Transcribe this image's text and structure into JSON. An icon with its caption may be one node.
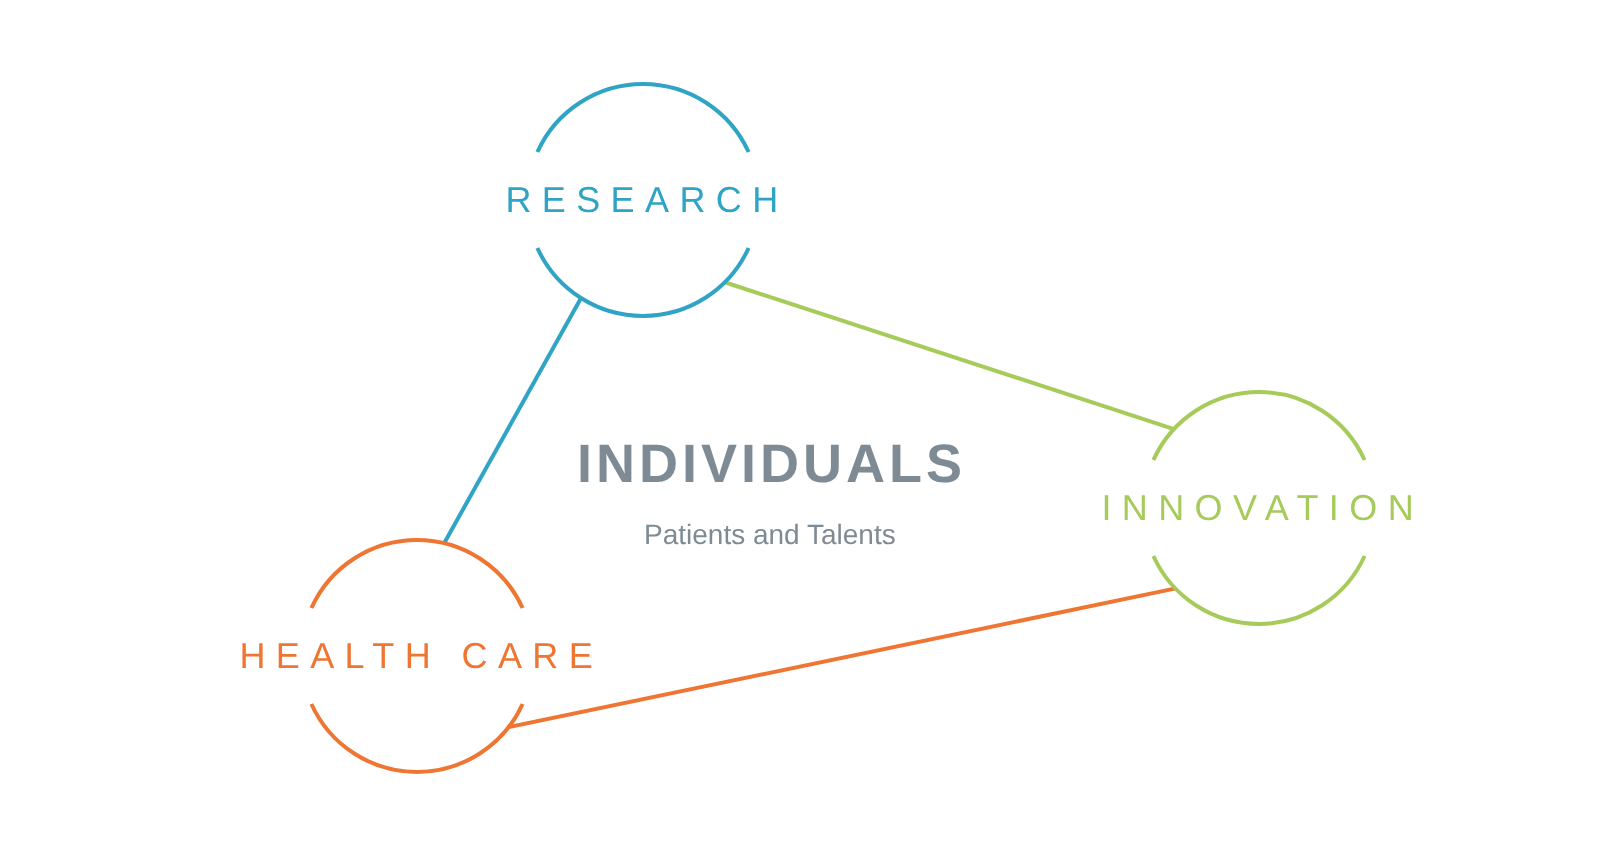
{
  "diagram": {
    "nodes": [
      {
        "text": [
          "RESEARCH"
        ]
      },
      {
        "text": [
          "INNOVATION"
        ]
      },
      {
        "text": [
          "HEALTH CARE"
        ]
      }
    ],
    "edges": [
      {
        "from": 0,
        "to": 2,
        "arrow": "none",
        "color": "#2fa4c5"
      },
      {
        "from": 0,
        "to": 1,
        "arrow": "none",
        "color": "#a6cb5b"
      },
      {
        "from": 2,
        "to": 1,
        "arrow": "none",
        "color": "#ef7533"
      }
    ],
    "labels": [
      "INDIVIDUALS",
      "Patients and Talents"
    ]
  }
}
